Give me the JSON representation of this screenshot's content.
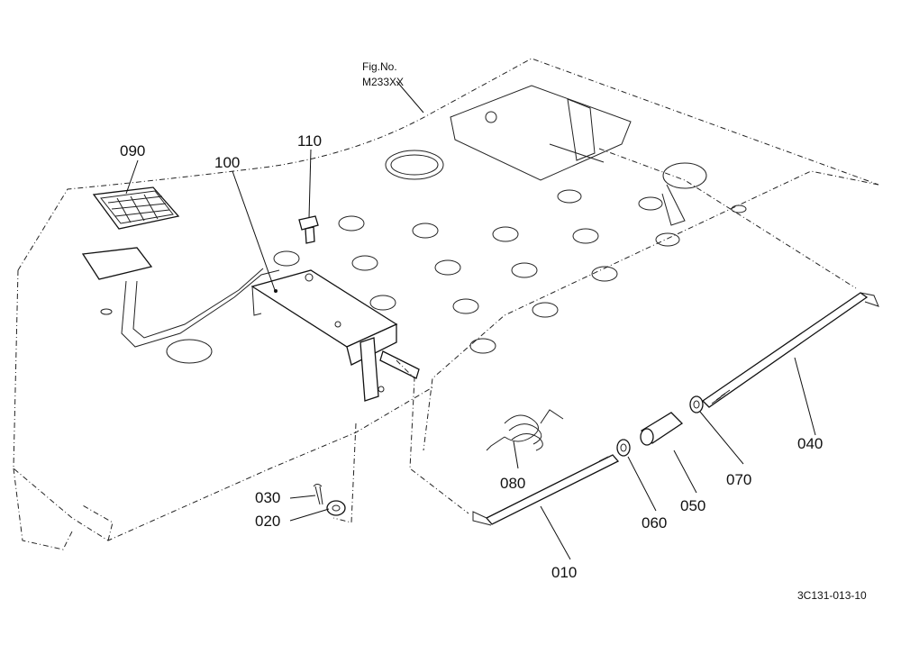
{
  "figure": {
    "fig_label": "Fig.No.",
    "fig_number": "M233XX",
    "drawing_code": "3C131-013-10"
  },
  "callouts": [
    {
      "id": "p090",
      "text": "090"
    },
    {
      "id": "p100",
      "text": "100"
    },
    {
      "id": "p110",
      "text": "110"
    },
    {
      "id": "p080",
      "text": "080"
    },
    {
      "id": "p040",
      "text": "040"
    },
    {
      "id": "p070",
      "text": "070"
    },
    {
      "id": "p050",
      "text": "050"
    },
    {
      "id": "p060",
      "text": "060"
    },
    {
      "id": "p010",
      "text": "010"
    },
    {
      "id": "p030",
      "text": "030"
    },
    {
      "id": "p020",
      "text": "020"
    }
  ]
}
